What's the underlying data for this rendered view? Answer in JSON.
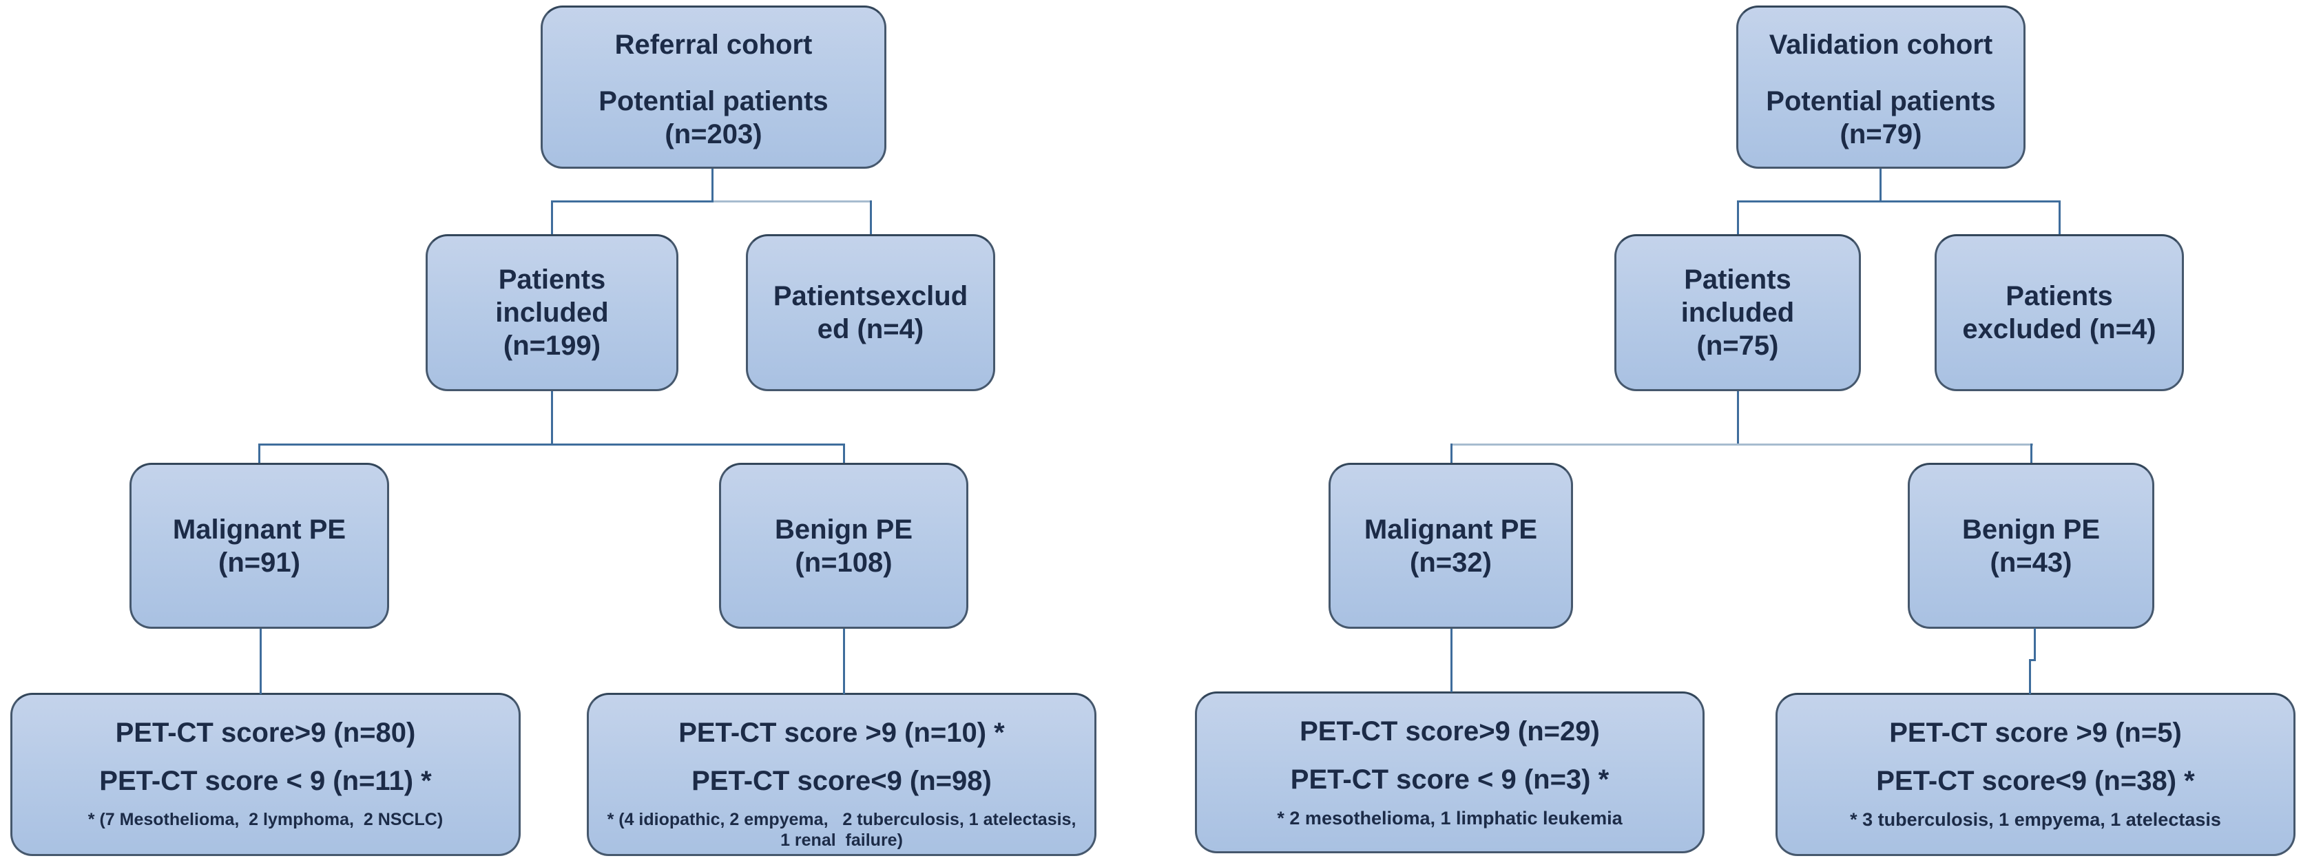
{
  "colors": {
    "box_fill_top": "#c4d3eb",
    "box_fill_bottom": "#a9c1e2",
    "box_border": "#46586d",
    "text_color": "#1c2b47",
    "connector": "#3f6d9c",
    "connector_light": "#a7bccf",
    "page_bg": "#ffffff"
  },
  "referral": {
    "root": {
      "lines": [
        "Referral cohort",
        "Potential patients",
        "(n=203)"
      ]
    },
    "included": {
      "lines": [
        "Patients",
        "included",
        "(n=199)"
      ]
    },
    "excluded": {
      "lines": [
        "Patientsexclud",
        "ed (n=4)"
      ]
    },
    "malignant": {
      "lines": [
        "Malignant PE",
        "(n=91)"
      ]
    },
    "benign": {
      "lines": [
        "Benign PE",
        "(n=108)"
      ]
    },
    "malignant_detail": {
      "lines": [
        "PET-CT score>9 (n=80)",
        "PET-CT score < 9 (n=11) *"
      ],
      "note": "* (7 Mesothelioma,  2 lymphoma,  2 NSCLC)"
    },
    "benign_detail": {
      "lines": [
        "PET-CT score >9 (n=10) *",
        "PET-CT score<9 (n=98)"
      ],
      "note": "* (4 idiopathic, 2 empyema,   2 tuberculosis, 1 atelectasis,  1 renal  failure)"
    }
  },
  "validation": {
    "root": {
      "lines": [
        "Validation cohort",
        "Potential patients",
        "(n=79)"
      ]
    },
    "included": {
      "lines": [
        "Patients",
        "included",
        "(n=75)"
      ]
    },
    "excluded": {
      "lines": [
        "Patients",
        "excluded (n=4)"
      ]
    },
    "malignant": {
      "lines": [
        "Malignant PE",
        "(n=32)"
      ]
    },
    "benign": {
      "lines": [
        "Benign PE",
        "(n=43)"
      ]
    },
    "malignant_detail": {
      "lines": [
        "PET-CT score>9 (n=29)",
        "PET-CT score < 9 (n=3) *"
      ],
      "note": "* 2 mesothelioma, 1 limphatic leukemia"
    },
    "benign_detail": {
      "lines": [
        "PET-CT score >9 (n=5)",
        "PET-CT score<9 (n=38) *"
      ],
      "note": "* 3 tuberculosis, 1 empyema, 1 atelectasis"
    }
  }
}
